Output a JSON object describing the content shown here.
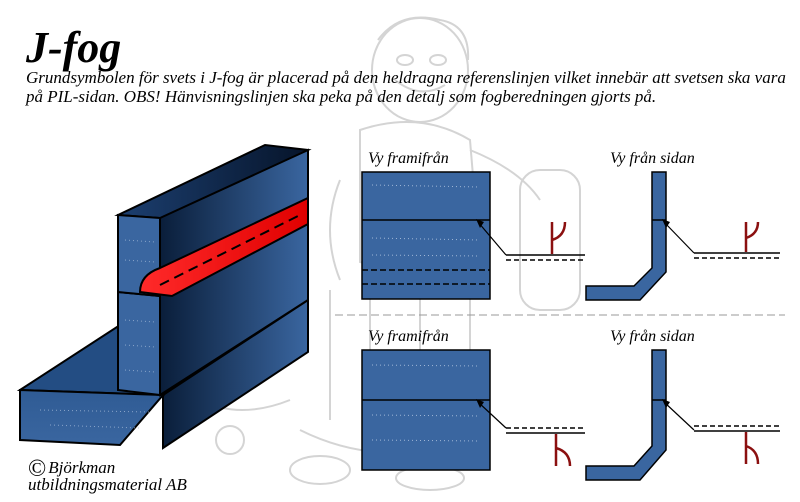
{
  "title": "J-fog",
  "description": "Grundsymbolen för svets i J-fog är placerad på den heldragna referenslinjen vilket innebär att svetsen ska vara på PIL-sidan. OBS! Hänvisningslinjen ska peka på den detalj som fogberedningen gjorts på.",
  "views": {
    "top_front": "Vy framifrån",
    "top_side": "Vy från sidan",
    "bottom_front": "Vy framifrån",
    "bottom_side": "Vy från sidan"
  },
  "copyright": {
    "symbol": "©",
    "line1": "Björkman",
    "line2": "utbildningsmaterial AB"
  },
  "colors": {
    "plate": "#3a66a0",
    "weld": "#ff1a1a",
    "symbol": "#8b1010",
    "outline": "#000000"
  }
}
